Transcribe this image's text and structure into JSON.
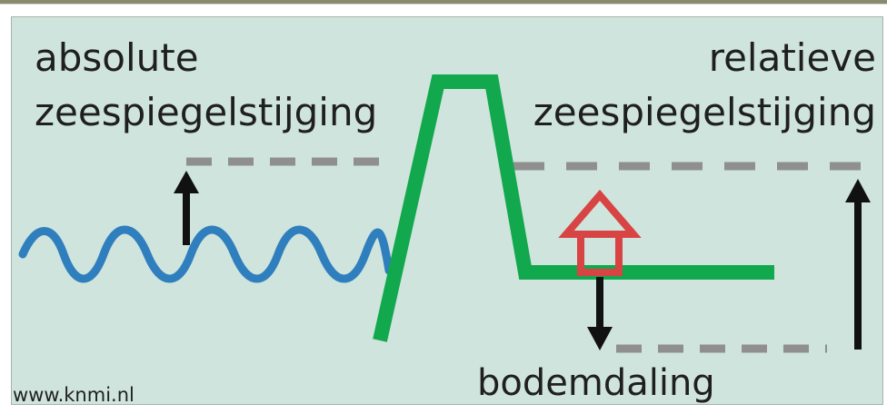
{
  "labels": {
    "absolute_line1": "absolute",
    "absolute_line2": "zeespiegelstijging",
    "relative_line1": "relatieve",
    "relative_line2": "zeespiegelstijging",
    "subsidence": "bodemdaling",
    "source": "www.knmi.nl"
  },
  "colors": {
    "background": "#cfe4dc",
    "water": "#2f7fbe",
    "dike_and_land": "#11a84e",
    "dashed_level": "#8f8f8f",
    "arrow": "#111111",
    "house": "#d84343"
  },
  "icons": {
    "house": "house-icon",
    "water": "wave-icon",
    "up_arrow": "arrow-up-icon",
    "down_arrow": "arrow-down-icon"
  }
}
